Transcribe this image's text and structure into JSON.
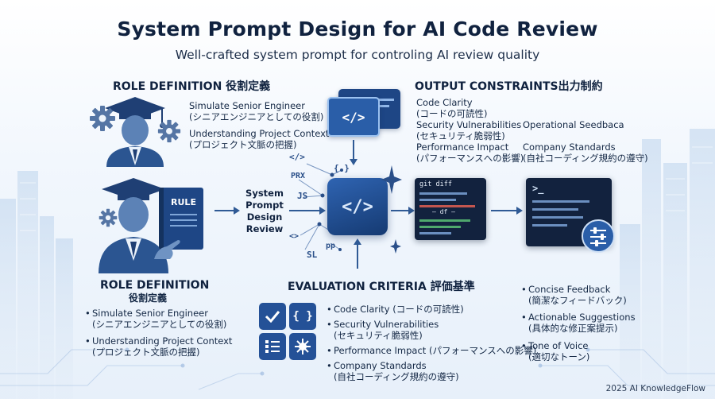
{
  "title": "System Prompt Design for AI Code Review",
  "subtitle": "Well-crafted system prompt for controling AI review quality",
  "role_top": {
    "heading": "ROLE DEFINITION 役割定義",
    "items": [
      "Simulate Senior Engineer",
      "(シニアエンジニアとしての役割)",
      "Understanding Project Context",
      "(プロジェクト文脈の把握)"
    ]
  },
  "output_constraints": {
    "heading": "OUTPUT CONSTRAINTS出力制約",
    "col1": [
      "Code Clarity",
      "(コードの可読性)",
      "Security Vulnerabilities",
      "(セキュリティ脆弱性)",
      "Performance Impact",
      "(パフォーマンスへの影響)"
    ],
    "col2": [
      "Operational Seedbaca",
      "Company Standards",
      "(自社コーディング規約の遵守)"
    ]
  },
  "book_label": "RULE",
  "center_label": [
    "System",
    "Prompt",
    "Design",
    "Review"
  ],
  "code_symbols": [
    "</>",
    "{ }",
    "PRX",
    "JS",
    "<>",
    "SL",
    "pp"
  ],
  "git_label": "git diff",
  "git_mid": "— df —",
  "role_bottom": {
    "heading": "ROLE DEFINITION",
    "heading_jp": "役割定義",
    "items": [
      {
        "en": "Simulate Senior Engineer",
        "jp": "(シニアエンジニアとしての役割)"
      },
      {
        "en": "Understanding Project Context",
        "jp": "(プロジェクト文脈の把握)"
      }
    ]
  },
  "evaluation": {
    "heading": "EVALUATION CRITERIA 評価基準",
    "items": [
      {
        "l1": "Code Clarity (コードの可読性)",
        "l2": ""
      },
      {
        "l1": "Security Vulnerabilities",
        "l2": "(セキュリティ脆弱性)"
      },
      {
        "l1": "Performance Impact (パフォーマンスへの影響)",
        "l2": ""
      },
      {
        "l1": "Company Standards",
        "l2": "(自社コーディング規約の遵守)"
      }
    ]
  },
  "feedback": [
    {
      "en": "Concise Feedback",
      "jp": "(簡潔なフィードバック)"
    },
    {
      "en": "Actionable Suggestions",
      "jp": "(具体的な修正案提示)"
    },
    {
      "en": "Tone of Voice",
      "jp": "(適切なトーン)"
    }
  ],
  "footer": "2025 AI KnowledgeFlow",
  "colors": {
    "navy": "#10223f",
    "blue": "#245197",
    "accent": "#3d7fd6",
    "dark_panel": "#12223e"
  },
  "icons": [
    "engineer-icon",
    "gear-icon",
    "rule-book-icon",
    "code-window-icon",
    "sparkle-icon",
    "terminal-icon",
    "sliders-icon",
    "check-icon",
    "checklist-icon",
    "bug-icon"
  ]
}
